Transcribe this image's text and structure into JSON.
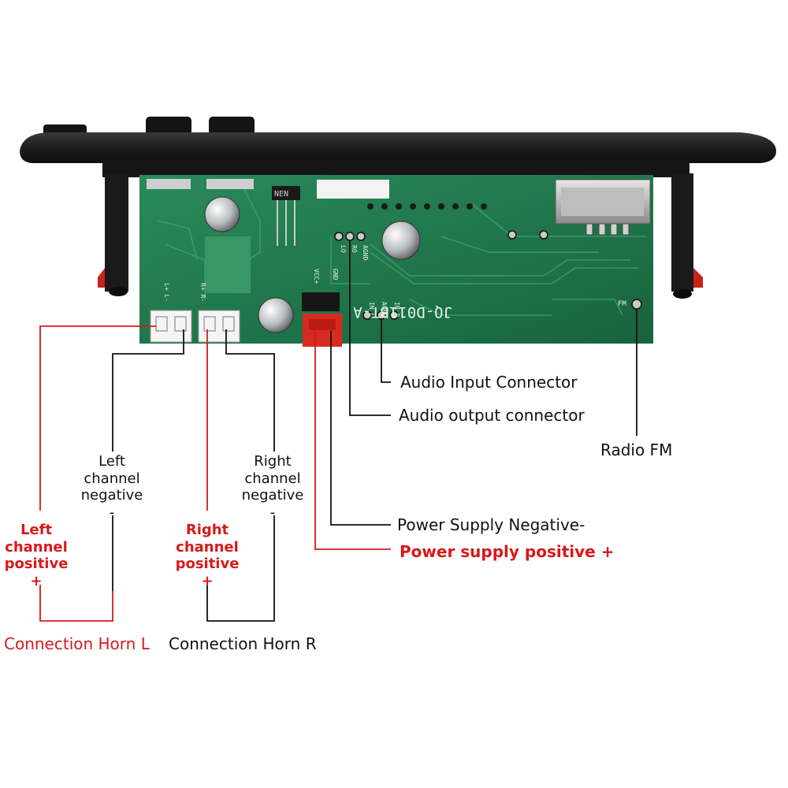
{
  "board": {
    "model_silk": "JQ-D011BT-A",
    "silk": {
      "lo": "LO",
      "ro": "RO",
      "agnd_out": "AGND",
      "gnd": "GND",
      "vcc": "VCC+",
      "lr": "L+ L-",
      "rr": "R+ R-",
      "in_l": "IN_L",
      "agnd_in": "AGND",
      "in_r": "IN_R",
      "fm": "FM",
      "chip": "NEN"
    }
  },
  "labels": {
    "audio_input": "Audio Input Connector",
    "audio_output": "Audio output connector",
    "radio_fm": "Radio FM",
    "power_negative": "Power Supply Negative-",
    "power_positive": "Power supply positive +",
    "horn_l": "Connection Horn L",
    "horn_r": "Connection Horn R"
  },
  "stacks": {
    "left_negative": [
      "Left",
      "channel",
      "negative",
      "-"
    ],
    "left_positive": [
      "Left",
      "channel",
      "positive",
      "+"
    ],
    "right_positive": [
      "Right",
      "channel",
      "positive",
      "+"
    ],
    "right_negative": [
      "Right",
      "channel",
      "negative",
      "-"
    ]
  },
  "colors": {
    "pcb_green": "#1e7a4e",
    "frame_black": "#1a1a1a",
    "connector_red": "#d92a22",
    "label_red": "#d7191b",
    "line_black": "#111111"
  }
}
